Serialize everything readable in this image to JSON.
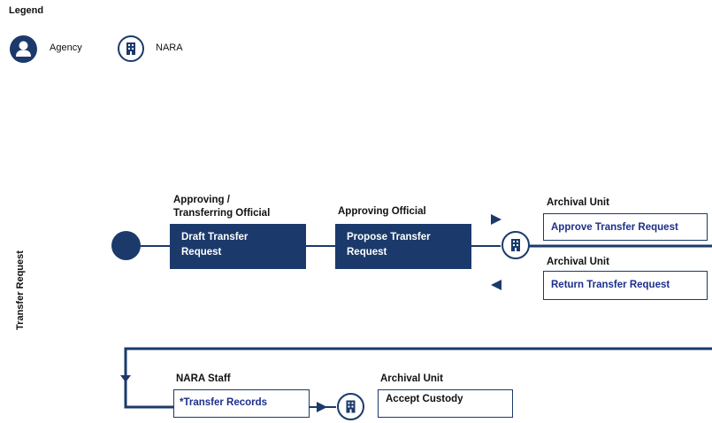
{
  "legend": {
    "title": "Legend",
    "agency_label": "Agency",
    "nara_label": "NARA"
  },
  "lane": {
    "label": "Transfer Request"
  },
  "flow": {
    "role_approving_transferring_1": "Approving /",
    "role_approving_transferring_2": "Transferring Official",
    "draft_1": "Draft Transfer",
    "draft_2": "Request",
    "role_approving_official": "Approving Official",
    "propose_1": "Propose Transfer",
    "propose_2": "Request",
    "role_archival_unit_1": "Archival Unit",
    "approve_request": "Approve Transfer Request",
    "role_archival_unit_2": "Archival Unit",
    "return_request": "Return Transfer Request",
    "role_nara_staff": "NARA Staff",
    "transfer_records": "*Transfer Records",
    "role_archival_unit_3": "Archival Unit",
    "accept_custody": "Accept Custody"
  },
  "colors": {
    "navy": "#1b3a6b",
    "link_text": "#1b2f8a"
  }
}
